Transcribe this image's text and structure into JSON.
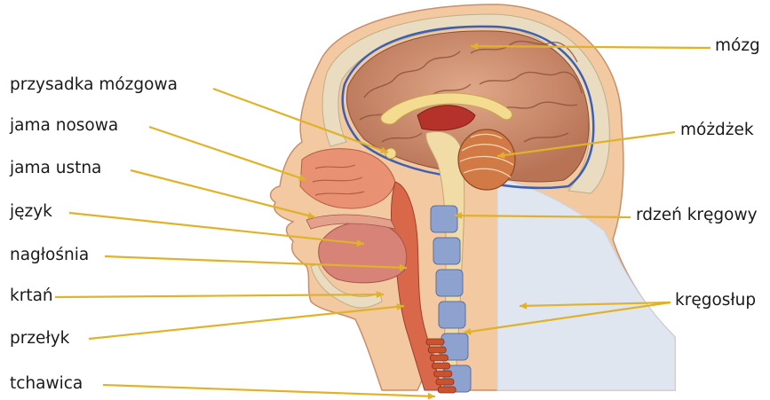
{
  "diagram": {
    "labels_left": [
      {
        "id": "przysadka",
        "text": "przysadka mózgowa"
      },
      {
        "id": "jama-nosowa",
        "text": "jama nosowa"
      },
      {
        "id": "jama-ustna",
        "text": "jama ustna"
      },
      {
        "id": "jezyk",
        "text": "język"
      },
      {
        "id": "naglosnia",
        "text": "nagłośnia"
      },
      {
        "id": "krtan",
        "text": "krtań"
      },
      {
        "id": "przelyk",
        "text": "przełyk"
      },
      {
        "id": "tchawica",
        "text": "tchawica"
      }
    ],
    "labels_right": [
      {
        "id": "mozg",
        "text": "mózg"
      },
      {
        "id": "mozdzek",
        "text": "móżdżek"
      },
      {
        "id": "rdzen",
        "text": "rdzeń kręgowy"
      },
      {
        "id": "kregoslup",
        "text": "kręgosłup"
      }
    ],
    "colors": {
      "leader_line": "#e0b22a",
      "skin": "#f2c9a0",
      "brain": "#c98a66",
      "brain_outline": "#3e5fb0",
      "cerebellum": "#d27a45",
      "bone": "#e9dcc0",
      "spinal_cord": "#f1dca8",
      "vertebra": "#8ea2cf",
      "airway": "#d9684a",
      "trachea": "#c8532f"
    }
  }
}
